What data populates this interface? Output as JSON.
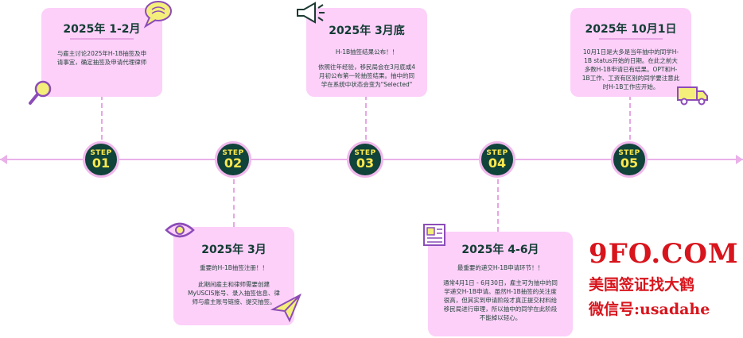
{
  "colors": {
    "step_bg": "#10433a",
    "step_text": "#ffe94d",
    "card_bg": "#fcd0f9",
    "line": "#eab0e8",
    "brand": "#d8141c"
  },
  "steps": [
    {
      "label": "STEP",
      "num": "01"
    },
    {
      "label": "STEP",
      "num": "02"
    },
    {
      "label": "STEP",
      "num": "03"
    },
    {
      "label": "STEP",
      "num": "04"
    },
    {
      "label": "STEP",
      "num": "05"
    }
  ],
  "cards": [
    {
      "title": "2025年 1-2月",
      "subtitle": "",
      "text": "与雇主讨论2025年H-1B抽签及申请事宜，确定抽签及申请代理律师"
    },
    {
      "title": "2025年 3月",
      "subtitle": "重要的H-1B抽签注册！！",
      "text": "此期间雇主和律师需要创建MyUSCIS账号、录入抽签信息、律师与雇主账号链接、提交抽签。"
    },
    {
      "title": "2025年 3月底",
      "subtitle": "H-1B抽签结果公布！！",
      "text": "依照往年经验，移民局会在3月底或4月初公布第一轮抽签结果。抽中的同学在系统中状态会变为\"Selected\""
    },
    {
      "title": "2025年 4-6月",
      "subtitle": "最重要的递交H-1B申请环节！！",
      "text": "通常4月1日 - 6月30日，雇主可为抽中的同学递交H-1B申请。虽然H-1B抽签的关注度很高，但其实到申请阶段才真正提交材料给移民局进行审理，所以抽中的同学在此阶段不能掉以轻心。"
    },
    {
      "title": "2025年 10月1日",
      "subtitle": "",
      "text": "10月1日是大多是当年抽中的同学H-1B status开始的日期。在此之前大多数H-1B申请已有结果。OPT和H-1B工作、工资有区别的同学要注意此时H-1B工作应开始。"
    }
  ],
  "icons": [
    "speech-bubble-icon",
    "magnifier-icon",
    "eye-icon",
    "paper-plane-icon",
    "megaphone-icon",
    "newspaper-icon",
    "truck-icon"
  ],
  "brand": {
    "logo": "9FO.COM",
    "line1": "美国签证找大鹤",
    "line2": "微信号:usadahe"
  }
}
